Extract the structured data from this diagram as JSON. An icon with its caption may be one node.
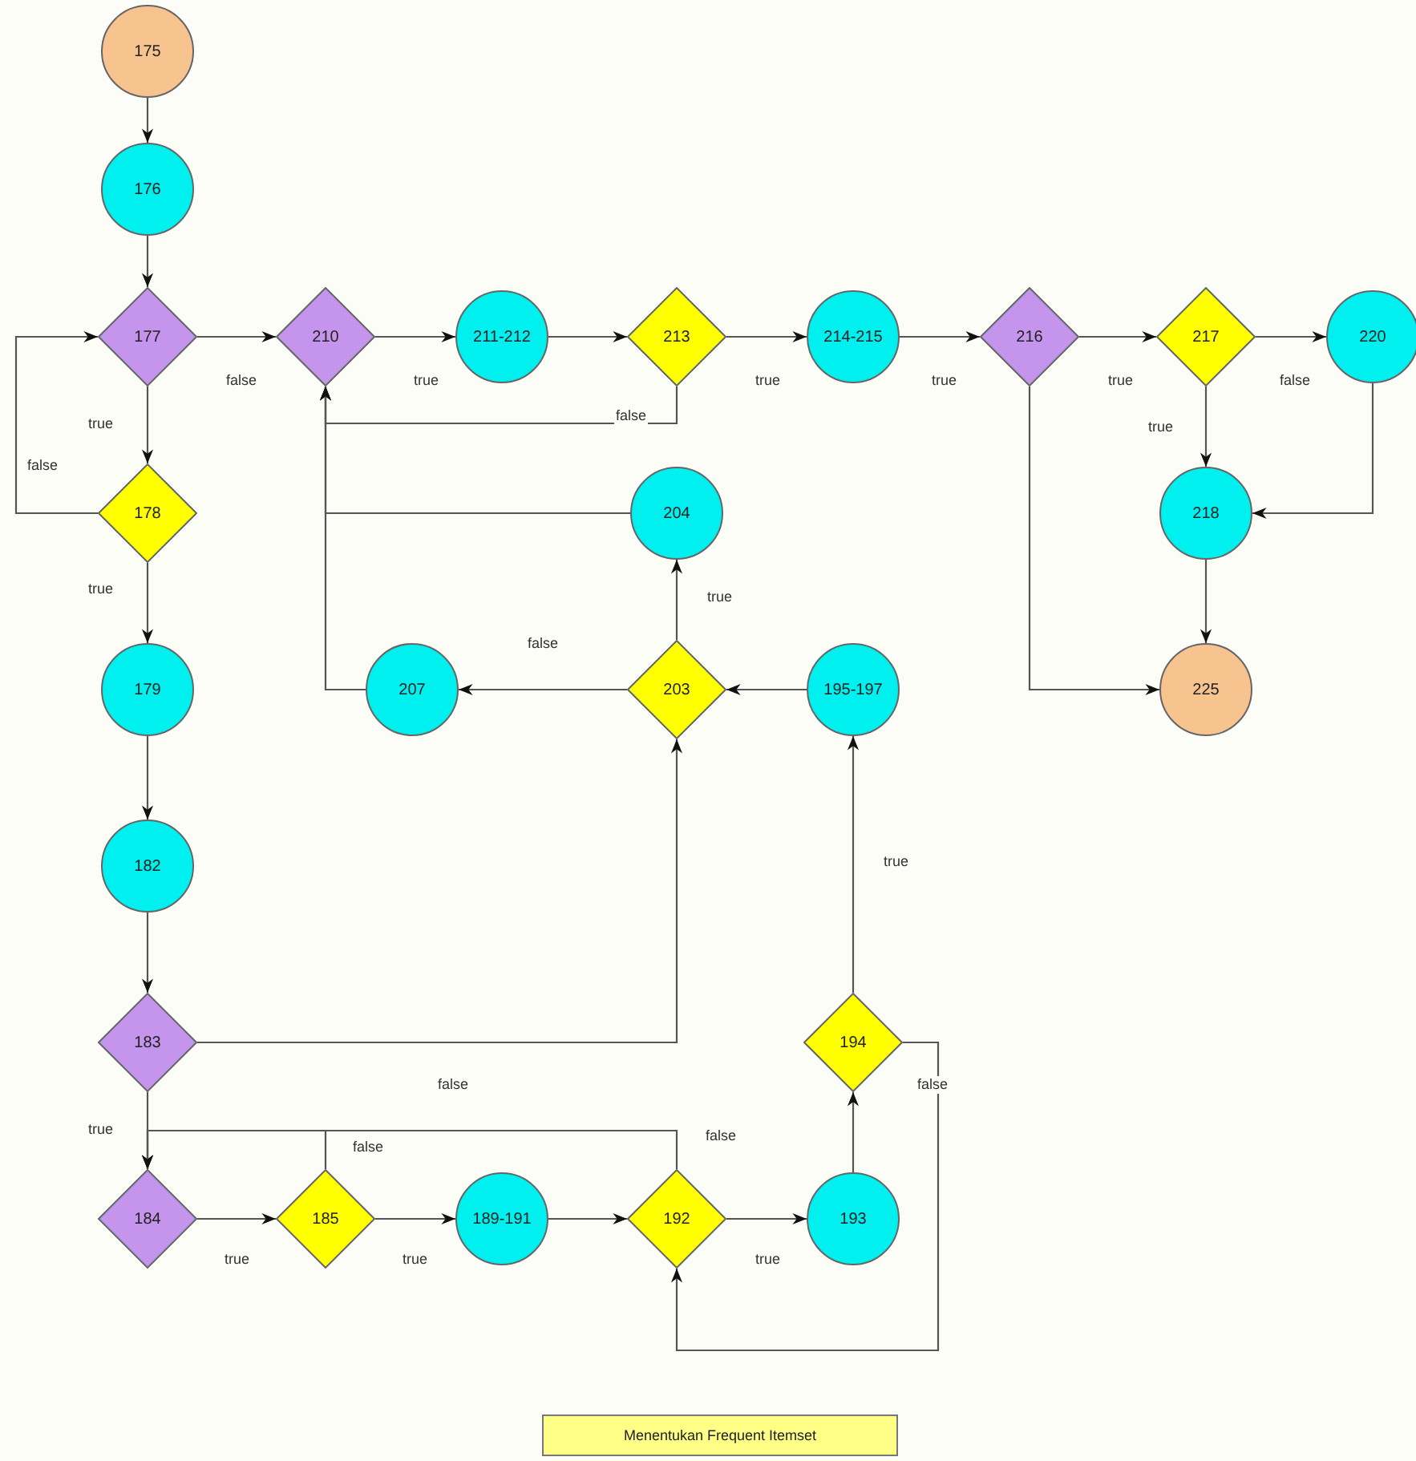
{
  "diagram": {
    "nodes": [
      {
        "text": [
          "175"
        ]
      },
      {
        "text": [
          "176"
        ]
      },
      {
        "text": [
          "177"
        ]
      },
      {
        "text": [
          "210"
        ]
      },
      {
        "text": [
          "211-212"
        ]
      },
      {
        "text": [
          "213"
        ]
      },
      {
        "text": [
          "214-215"
        ]
      },
      {
        "text": [
          "216"
        ]
      },
      {
        "text": [
          "217"
        ]
      },
      {
        "text": [
          "220"
        ]
      },
      {
        "text": [
          "178"
        ]
      },
      {
        "text": [
          "204"
        ]
      },
      {
        "text": [
          "218"
        ]
      },
      {
        "text": [
          "179"
        ]
      },
      {
        "text": [
          "207"
        ]
      },
      {
        "text": [
          "203"
        ]
      },
      {
        "text": [
          "195-197"
        ]
      },
      {
        "text": [
          "225"
        ]
      },
      {
        "text": [
          "182"
        ]
      },
      {
        "text": [
          "183"
        ]
      },
      {
        "text": [
          "194"
        ]
      },
      {
        "text": [
          "184"
        ]
      },
      {
        "text": [
          "185"
        ]
      },
      {
        "text": [
          "189-191"
        ]
      },
      {
        "text": [
          "192"
        ]
      },
      {
        "text": [
          "193"
        ]
      },
      {
        "text": [
          "Menentukan Frequent Itemset"
        ]
      }
    ],
    "edges": [
      {
        "from": 0,
        "to": 1,
        "arrow": "to"
      },
      {
        "from": 1,
        "to": 2,
        "arrow": "to"
      },
      {
        "from": 2,
        "to": 3,
        "arrow": "to",
        "label": "false"
      },
      {
        "from": 3,
        "to": 4,
        "arrow": "to",
        "label": "true"
      },
      {
        "from": 4,
        "to": 5,
        "arrow": "to"
      },
      {
        "from": 5,
        "to": 6,
        "arrow": "to",
        "label": "true"
      },
      {
        "from": 6,
        "to": 7,
        "arrow": "to",
        "label": "true"
      },
      {
        "from": 7,
        "to": 8,
        "arrow": "to",
        "label": "true"
      },
      {
        "from": 8,
        "to": 9,
        "arrow": "to",
        "label": "false"
      },
      {
        "from": 5,
        "to": 3,
        "arrow": "to",
        "label": "false"
      },
      {
        "from": 2,
        "to": 10,
        "arrow": "to",
        "label": "true"
      },
      {
        "from": 10,
        "to": 2,
        "arrow": "to",
        "label": "false"
      },
      {
        "from": 8,
        "to": 12,
        "arrow": "to",
        "label": "true"
      },
      {
        "from": 9,
        "to": 12,
        "arrow": "to"
      },
      {
        "from": 12,
        "to": 17,
        "arrow": "to"
      },
      {
        "from": 7,
        "to": 17,
        "arrow": "to"
      },
      {
        "from": 10,
        "to": 13,
        "arrow": "to",
        "label": "true"
      },
      {
        "from": 11,
        "to": 3,
        "arrow": "to"
      },
      {
        "from": 14,
        "to": 3,
        "arrow": "to"
      },
      {
        "from": 15,
        "to": 11,
        "arrow": "to",
        "label": "true"
      },
      {
        "from": 15,
        "to": 14,
        "arrow": "to",
        "label": "false"
      },
      {
        "from": 16,
        "to": 15,
        "arrow": "to"
      },
      {
        "from": 13,
        "to": 18,
        "arrow": "to"
      },
      {
        "from": 18,
        "to": 19,
        "arrow": "to"
      },
      {
        "from": 19,
        "to": 15,
        "arrow": "to",
        "label": "false"
      },
      {
        "from": 19,
        "to": 21,
        "arrow": "to",
        "label": "true"
      },
      {
        "from": 21,
        "to": 22,
        "arrow": "to",
        "label": "true"
      },
      {
        "from": 22,
        "to": 21,
        "arrow": "to",
        "label": "false"
      },
      {
        "from": 22,
        "to": 23,
        "arrow": "to",
        "label": "true"
      },
      {
        "from": 23,
        "to": 24,
        "arrow": "to"
      },
      {
        "from": 24,
        "to": 25,
        "arrow": "to",
        "label": "true"
      },
      {
        "from": 24,
        "to": 21,
        "arrow": "to",
        "label": "false"
      },
      {
        "from": 25,
        "to": 20,
        "arrow": "to"
      },
      {
        "from": 20,
        "to": 16,
        "arrow": "to",
        "label": "true"
      },
      {
        "from": 20,
        "to": 24,
        "arrow": "to",
        "label": "false"
      }
    ]
  }
}
